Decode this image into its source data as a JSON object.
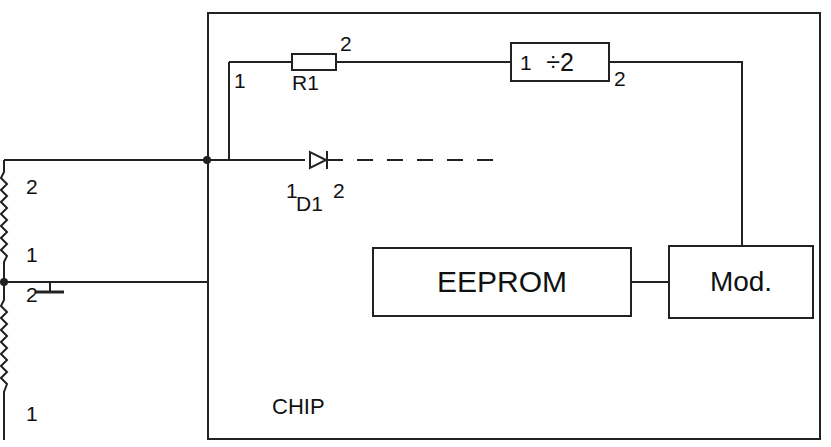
{
  "diagram": {
    "nodes": [
      {
        "text": [
          "CHIP"
        ]
      },
      {
        "text": [
          "÷2"
        ],
        "in": 0
      },
      {
        "text": [
          "EEPROM"
        ],
        "in": 0
      },
      {
        "text": [
          "Mod."
        ],
        "in": 0
      }
    ],
    "edges": [
      {
        "from": 1,
        "to": 3,
        "arrow": "none"
      },
      {
        "from": 2,
        "to": 3,
        "arrow": "none"
      }
    ],
    "labels": [
      "1",
      "R1",
      "2",
      "1",
      "2",
      "1",
      "D1",
      "2",
      "2",
      "1",
      "2",
      "1"
    ]
  }
}
